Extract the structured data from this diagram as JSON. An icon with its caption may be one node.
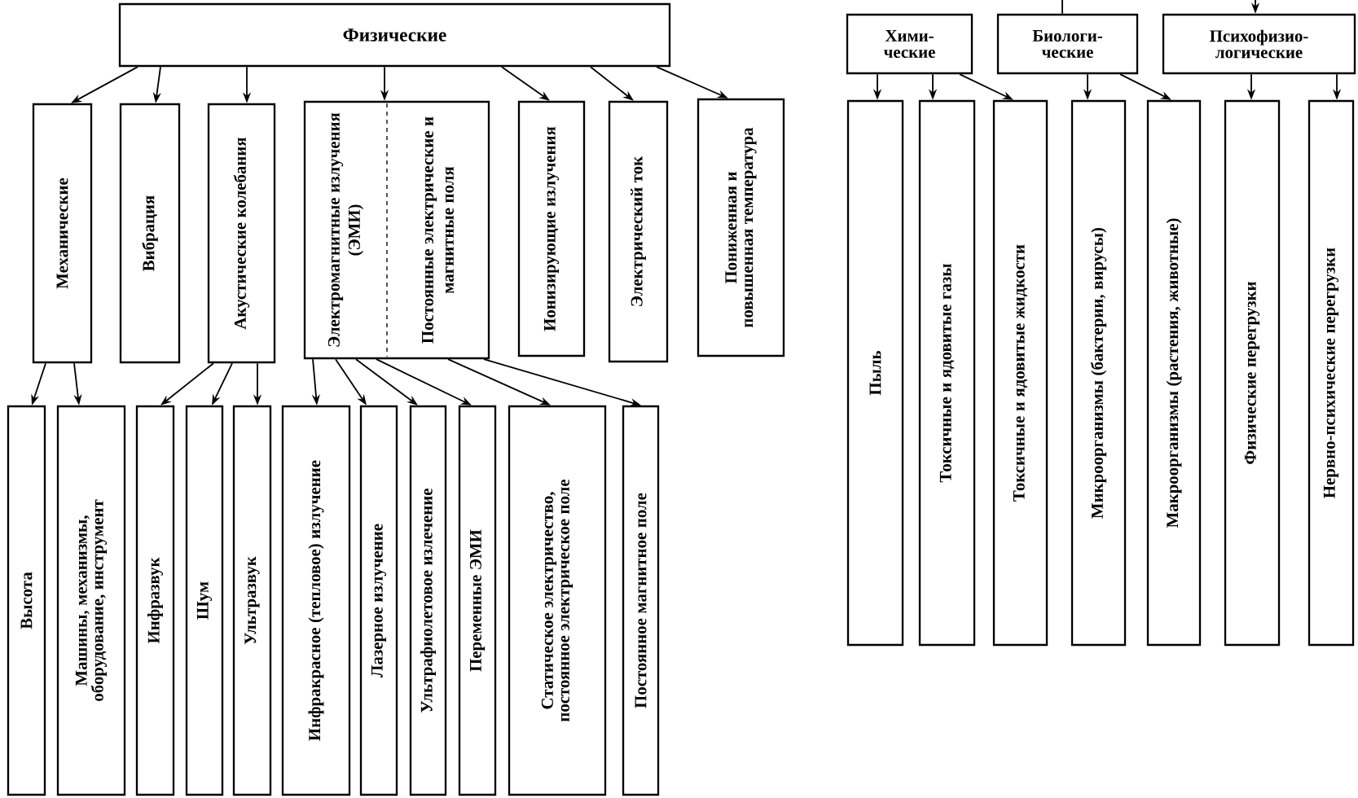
{
  "diagram": {
    "nodes": [
      {
        "text": [
          "Физические"
        ]
      },
      {
        "text": [
          "Хими- ческие"
        ]
      },
      {
        "text": [
          "Биологи- ческие"
        ]
      },
      {
        "text": [
          "Психофизио- логические"
        ]
      },
      {
        "text": [
          "Механические"
        ]
      },
      {
        "text": [
          "Вибрация"
        ]
      },
      {
        "text": [
          "Акустические колебания"
        ]
      },
      {
        "text": [
          "Электромагнитные излучения (ЭМИ)",
          "Постоянные электрические и магнитные поля"
        ]
      },
      {
        "text": [
          "Ионизирующие излучения"
        ]
      },
      {
        "text": [
          "Электрический ток"
        ]
      },
      {
        "text": [
          "Пониженная и повышенная температура"
        ]
      },
      {
        "text": [
          "Высота"
        ]
      },
      {
        "text": [
          "Машины, механизмы, оборудование, инструмент"
        ]
      },
      {
        "text": [
          "Инфразвук"
        ]
      },
      {
        "text": [
          "Шум"
        ]
      },
      {
        "text": [
          "Ультразвук"
        ]
      },
      {
        "text": [
          "Инфракрасное (тепловое) излучение"
        ]
      },
      {
        "text": [
          "Лазерное излучение"
        ]
      },
      {
        "text": [
          "Ультрафиолетовое излечение"
        ]
      },
      {
        "text": [
          "Переменные ЭМИ"
        ]
      },
      {
        "text": [
          "Статическое электричество, постоянное электрическое поле"
        ]
      },
      {
        "text": [
          "Постоянное магнитное поле"
        ]
      },
      {
        "text": [
          "Пыль"
        ]
      },
      {
        "text": [
          "Токсичные и ядовитые газы"
        ]
      },
      {
        "text": [
          "Токсичные и ядовитые жидкости"
        ]
      },
      {
        "text": [
          "Микроорганизмы (бактерии, вирусы)"
        ]
      },
      {
        "text": [
          "Макроорганизмы (растения, животные)"
        ]
      },
      {
        "text": [
          "Физические перегрузки"
        ]
      },
      {
        "text": [
          "Нервно-психические перегрузки"
        ]
      }
    ],
    "edges": [
      {
        "from": 0,
        "to": 4,
        "arrow": "to"
      },
      {
        "from": 0,
        "to": 5,
        "arrow": "to"
      },
      {
        "from": 0,
        "to": 6,
        "arrow": "to"
      },
      {
        "from": 0,
        "to": 7,
        "arrow": "to"
      },
      {
        "from": 0,
        "to": 8,
        "arrow": "to"
      },
      {
        "from": 0,
        "to": 9,
        "arrow": "to"
      },
      {
        "from": 0,
        "to": 10,
        "arrow": "to"
      },
      {
        "from": 4,
        "to": 11,
        "arrow": "to"
      },
      {
        "from": 4,
        "to": 12,
        "arrow": "to"
      },
      {
        "from": 6,
        "to": 13,
        "arrow": "to"
      },
      {
        "from": 6,
        "to": 14,
        "arrow": "to"
      },
      {
        "from": 6,
        "to": 15,
        "arrow": "to"
      },
      {
        "from": 7,
        "to": 16,
        "arrow": "to"
      },
      {
        "from": 7,
        "to": 17,
        "arrow": "to"
      },
      {
        "from": 7,
        "to": 18,
        "arrow": "to"
      },
      {
        "from": 7,
        "to": 19,
        "arrow": "to"
      },
      {
        "from": 7,
        "to": 20,
        "arrow": "to"
      },
      {
        "from": 7,
        "to": 21,
        "arrow": "to"
      },
      {
        "from": 1,
        "to": 22,
        "arrow": "to"
      },
      {
        "from": 1,
        "to": 23,
        "arrow": "to"
      },
      {
        "from": 1,
        "to": 24,
        "arrow": "to"
      },
      {
        "from": 2,
        "to": 25,
        "arrow": "to"
      },
      {
        "from": 2,
        "to": 26,
        "arrow": "to"
      },
      {
        "from": 3,
        "to": 27,
        "arrow": "to"
      },
      {
        "from": 3,
        "to": 28,
        "arrow": "to"
      },
      {
        "from": null,
        "to": 2,
        "arrow": "none"
      },
      {
        "from": null,
        "to": 3,
        "arrow": "to"
      }
    ]
  }
}
